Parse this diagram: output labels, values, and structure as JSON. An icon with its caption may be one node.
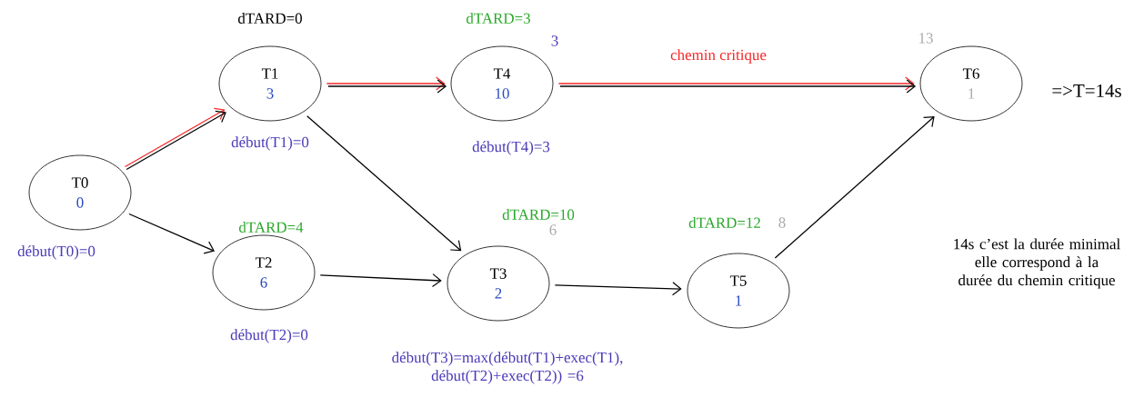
{
  "diagram": {
    "nodes": [
      {
        "text": [
          "T0",
          "0"
        ],
        "beside": [
          "début(T0)=0"
        ]
      },
      {
        "text": [
          "T1",
          "3"
        ],
        "beside": [
          "dTARD=0",
          "début(T1)=0"
        ]
      },
      {
        "text": [
          "T2",
          "6"
        ],
        "beside": [
          "dTARD=4",
          "début(T2)=0"
        ]
      },
      {
        "text": [
          "T3",
          "2"
        ],
        "beside": [
          "dTARD=10",
          "6",
          "début(T3)=max(début(T1)+exec(T1), début(T2)+exec(T2)) =6"
        ]
      },
      {
        "text": [
          "T4",
          "10"
        ],
        "beside": [
          "dTARD=3",
          "3",
          "début(T4)=3"
        ]
      },
      {
        "text": [
          "T5",
          "1"
        ],
        "beside": [
          "dTARD=12",
          "8"
        ]
      },
      {
        "text": [
          "T6",
          "1"
        ],
        "beside": [
          "13"
        ]
      }
    ],
    "edges": [
      {
        "from": 0,
        "to": 1,
        "arrow": "to",
        "color": "#e8262b"
      },
      {
        "from": 0,
        "to": 2,
        "arrow": "to"
      },
      {
        "from": 1,
        "to": 4,
        "arrow": "to",
        "color": "#e8262b"
      },
      {
        "from": 1,
        "to": 3,
        "arrow": "to"
      },
      {
        "from": 2,
        "to": 3,
        "arrow": "to"
      },
      {
        "from": 3,
        "to": 5,
        "arrow": "to"
      },
      {
        "from": 4,
        "to": 6,
        "arrow": "to",
        "label": "chemin critique",
        "color": "#e8262b"
      },
      {
        "from": 5,
        "to": 6,
        "arrow": "to"
      }
    ],
    "labels": [
      "=>T=14s",
      "14s c’est la durée minimal elle correspond à la durée du chemin critique"
    ]
  }
}
